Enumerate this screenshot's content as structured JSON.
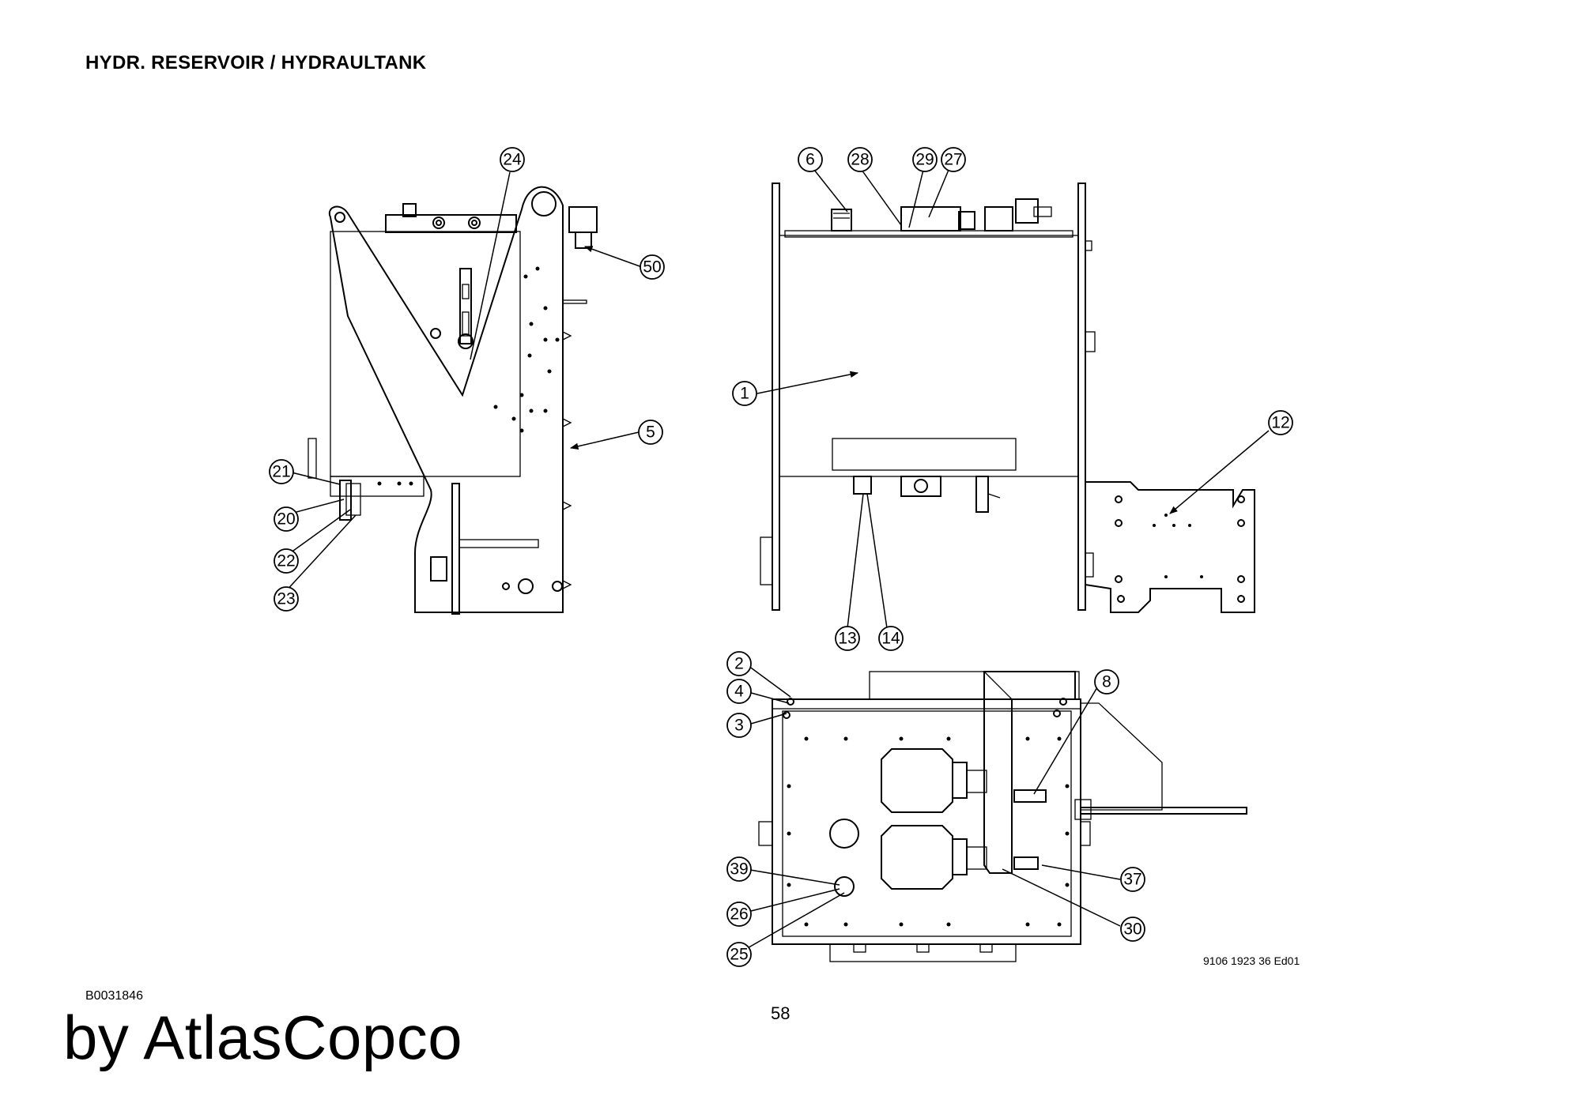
{
  "header": {
    "title": "HYDR. RESERVOIR / HYDRAULTANK"
  },
  "footer": {
    "doc_ref": "B0031846",
    "brand": "by AtlasCopco",
    "page_number": "58",
    "drawing_number": "9106 1923 36 Ed01"
  },
  "balloons": {
    "b24": "24",
    "b50": "50",
    "b5": "5",
    "b21": "21",
    "b20": "20",
    "b22": "22",
    "b23": "23",
    "b6": "6",
    "b28": "28",
    "b29": "29",
    "b27": "27",
    "b1": "1",
    "b12": "12",
    "b13": "13",
    "b14": "14",
    "b2": "2",
    "b4": "4",
    "b3": "3",
    "b8": "8",
    "b39": "39",
    "b26": "26",
    "b25": "25",
    "b37": "37",
    "b30": "30"
  }
}
